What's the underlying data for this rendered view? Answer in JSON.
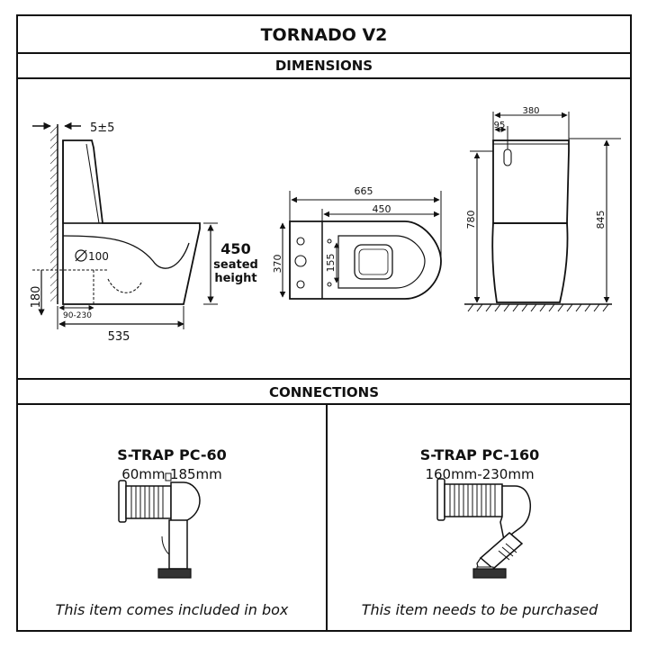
{
  "product_title": "TORNADO V2",
  "dimensions_header": "DIMENSIONS",
  "connections_header": "CONNECTIONS",
  "side_view": {
    "tolerance": "5±5",
    "outlet_diameter": "100",
    "outlet_height": "180",
    "outlet_range": "90-230",
    "depth": "535",
    "seat_height_value": "450",
    "seat_height_label_1": "seated",
    "seat_height_label_2": "height"
  },
  "top_view": {
    "overall_length": "665",
    "bowl_length": "450",
    "width": "370",
    "hole_spacing": "155"
  },
  "front_view": {
    "width": "380",
    "button_offset": "95",
    "cistern_height": "780",
    "total_height": "845"
  },
  "connections": [
    {
      "name": "S-TRAP PC-60",
      "range": "60mm-185mm",
      "note": "This item comes included in box"
    },
    {
      "name": "S-TRAP PC-160",
      "range": "160mm-230mm",
      "note": "This item needs to be purchased"
    }
  ]
}
